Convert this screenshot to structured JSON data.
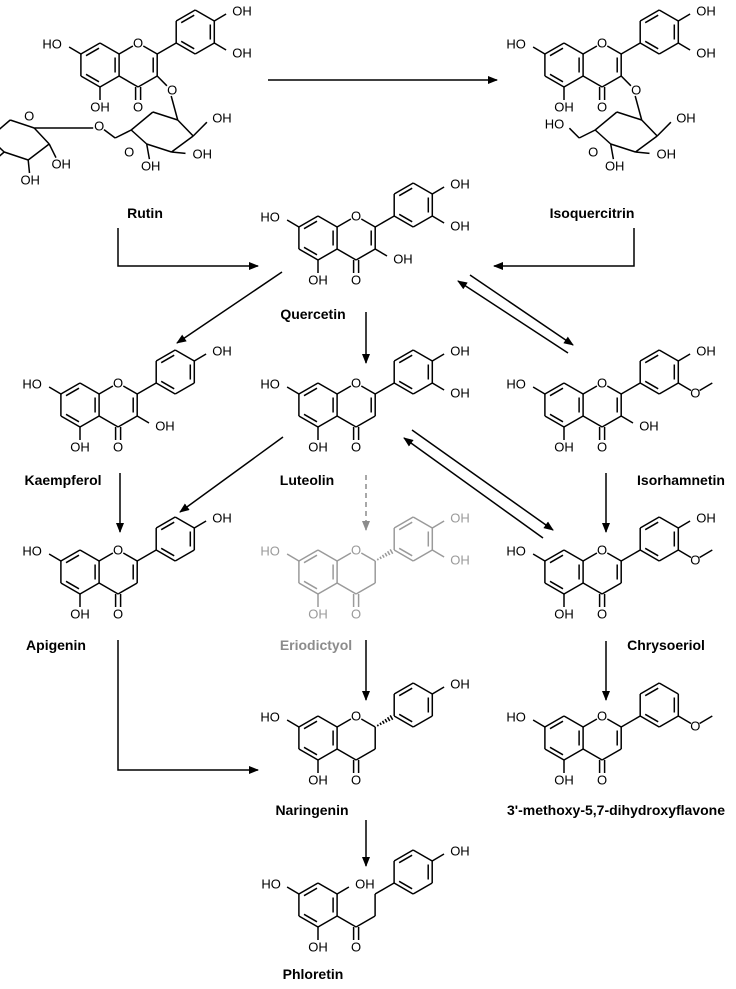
{
  "compounds": {
    "rutin": "Rutin",
    "isoquercitrin": "Isoquercitrin",
    "quercetin": "Quercetin",
    "kaempferol": "Kaempferol",
    "luteolin": "Luteolin",
    "isorhamnetin": "Isorhamnetin",
    "apigenin": "Apigenin",
    "eriodictyol": "Eriodictyol",
    "chrysoeriol": "Chrysoeriol",
    "naringenin": "Naringenin",
    "methoxy_flavone": "3'-methoxy-5,7-dihydroxyflavone",
    "phloretin": "Phloretin"
  },
  "atoms": {
    "oh": "OH",
    "ho": "HO",
    "o": "O"
  },
  "colors": {
    "main": "#000000",
    "uncertain": "#8c8c8c"
  }
}
